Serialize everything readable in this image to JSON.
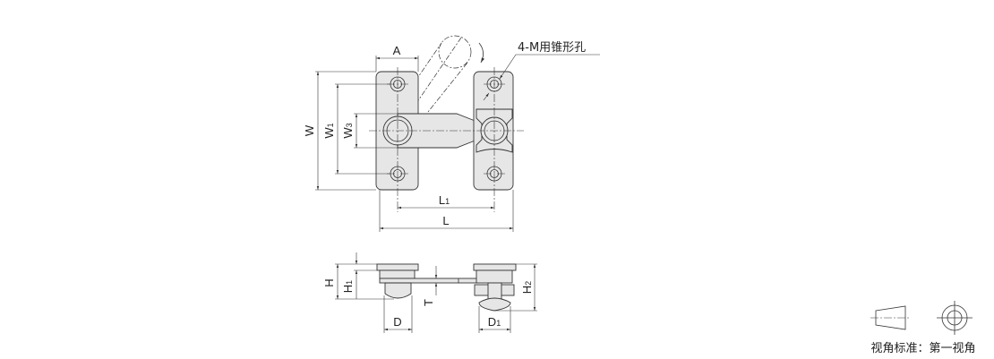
{
  "top_view": {
    "hole_note": "4-M用锥形孔",
    "dims": {
      "A": "A",
      "W": "W",
      "W1_main": "W",
      "W1_sub": "1",
      "W3_main": "W",
      "W3_sub": "3",
      "L1_main": "L",
      "L1_sub": "1",
      "L": "L"
    }
  },
  "side_view": {
    "dims": {
      "H": "H",
      "H1_main": "H",
      "H1_sub": "1",
      "T": "T",
      "H2_main": "H",
      "H2_sub": "2",
      "D": "D",
      "D1_main": "D",
      "D1_sub": "1"
    }
  },
  "projection": {
    "caption": "视角标准：第一视角"
  }
}
